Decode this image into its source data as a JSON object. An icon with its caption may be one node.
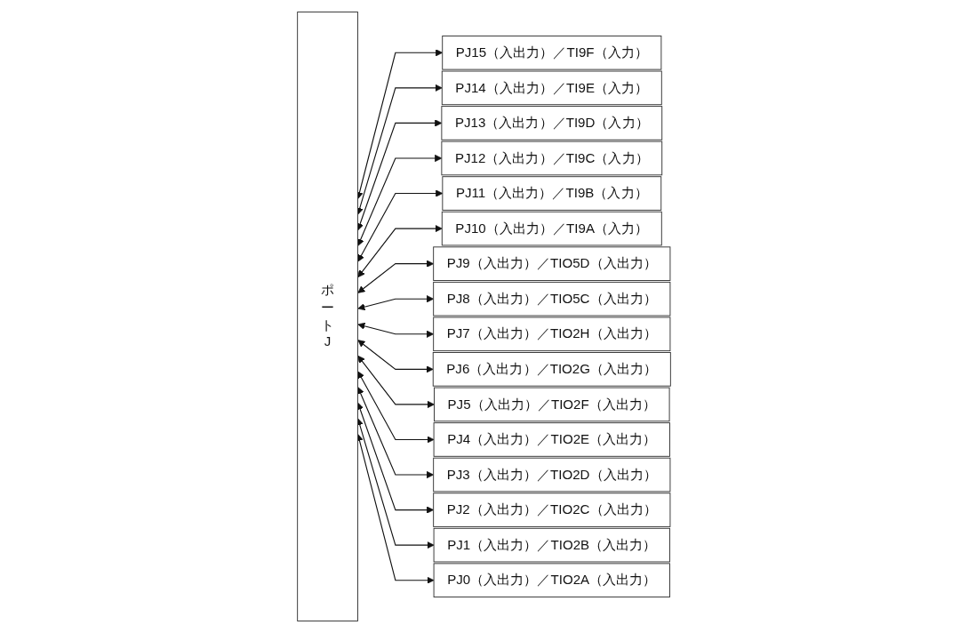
{
  "diagram": {
    "nodes": [
      {
        "text": [
          "ポートJ"
        ]
      },
      {
        "text": [
          "PJ15（入出力）／TI9F（入力）"
        ]
      },
      {
        "text": [
          "PJ14（入出力）／TI9E（入力）"
        ]
      },
      {
        "text": [
          "PJ13（入出力）／TI9D（入力）"
        ]
      },
      {
        "text": [
          "PJ12（入出力）／TI9C（入力）"
        ]
      },
      {
        "text": [
          "PJ11（入出力）／TI9B（入力）"
        ]
      },
      {
        "text": [
          "PJ10（入出力）／TI9A（入力）"
        ]
      },
      {
        "text": [
          "PJ9（入出力）／TIO5D（入出力）"
        ]
      },
      {
        "text": [
          "PJ8（入出力）／TIO5C（入出力）"
        ]
      },
      {
        "text": [
          "PJ7（入出力）／TIO2H（入出力）"
        ]
      },
      {
        "text": [
          "PJ6（入出力）／TIO2G（入出力）"
        ]
      },
      {
        "text": [
          "PJ5（入出力）／TIO2F（入出力）"
        ]
      },
      {
        "text": [
          "PJ4（入出力）／TIO2E（入出力）"
        ]
      },
      {
        "text": [
          "PJ3（入出力）／TIO2D（入出力）"
        ]
      },
      {
        "text": [
          "PJ2（入出力）／TIO2C（入出力）"
        ]
      },
      {
        "text": [
          "PJ1（入出力）／TIO2B（入出力）"
        ]
      },
      {
        "text": [
          "PJ0（入出力）／TIO2A（入出力）"
        ]
      }
    ],
    "edges": [
      {
        "from": 0,
        "to": 1,
        "arrow": "both"
      },
      {
        "from": 0,
        "to": 2,
        "arrow": "both"
      },
      {
        "from": 0,
        "to": 3,
        "arrow": "both"
      },
      {
        "from": 0,
        "to": 4,
        "arrow": "both"
      },
      {
        "from": 0,
        "to": 5,
        "arrow": "both"
      },
      {
        "from": 0,
        "to": 6,
        "arrow": "both"
      },
      {
        "from": 0,
        "to": 7,
        "arrow": "both"
      },
      {
        "from": 0,
        "to": 8,
        "arrow": "both"
      },
      {
        "from": 0,
        "to": 9,
        "arrow": "both"
      },
      {
        "from": 0,
        "to": 10,
        "arrow": "both"
      },
      {
        "from": 0,
        "to": 11,
        "arrow": "both"
      },
      {
        "from": 0,
        "to": 12,
        "arrow": "both"
      },
      {
        "from": 0,
        "to": 13,
        "arrow": "both"
      },
      {
        "from": 0,
        "to": 14,
        "arrow": "both"
      },
      {
        "from": 0,
        "to": 15,
        "arrow": "both"
      },
      {
        "from": 0,
        "to": 16,
        "arrow": "both"
      }
    ]
  }
}
